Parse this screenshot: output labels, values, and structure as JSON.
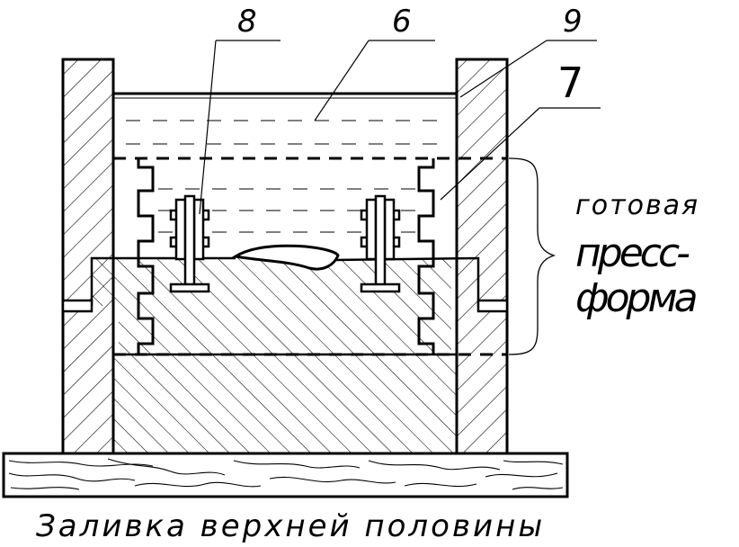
{
  "labels": {
    "l8": "8",
    "l6": "6",
    "l9": "9",
    "l7": "7"
  },
  "annotation": {
    "line1": "готовая",
    "line2": "пресс-",
    "line3": "форма"
  },
  "caption": "Заливка верхней половины"
}
